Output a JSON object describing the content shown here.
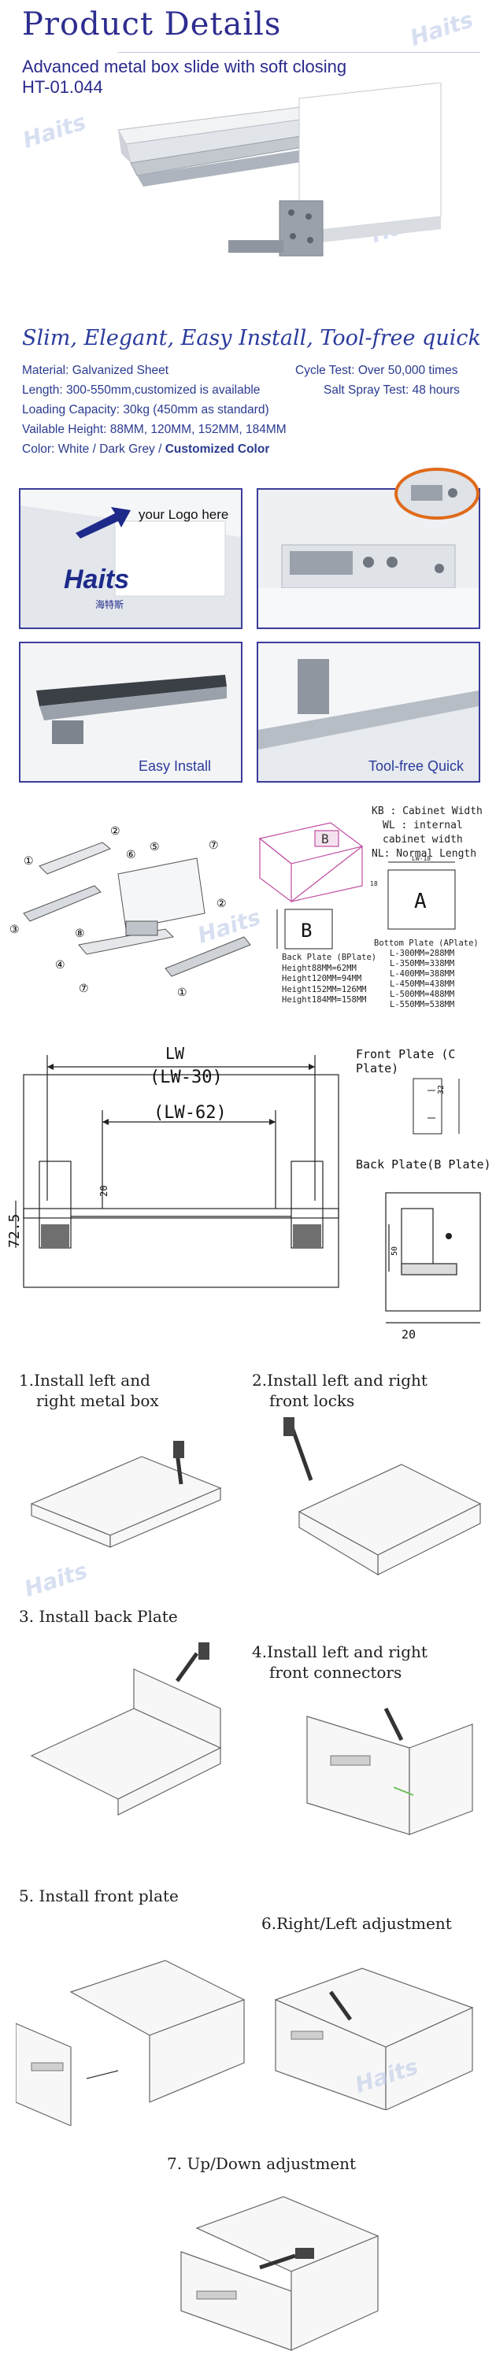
{
  "header": {
    "title": "Product Details",
    "subtitle_line1": "Advanced metal box slide with soft closing",
    "subtitle_line2": "HT-01.044"
  },
  "brand": {
    "logo_text": "Haits",
    "logo_cn": "海特斯",
    "accent": "#2d2d8f"
  },
  "tagline": "Slim, Elegant, Easy Install, Tool-free quick",
  "specs": {
    "material": "Material: Galvanized Sheet",
    "length": "Length: 300-550mm,customized is available",
    "capacity": "Loading Capacity: 30kg (450mm as standard)",
    "height": "Vailable Height: 88MM, 120MM, 152MM, 184MM",
    "color_prefix": "Color: White / Dark Grey / ",
    "color_bold": "Customized Color",
    "cycle": "Cycle Test: Over 50,000 times",
    "salt": "Salt Spray Test: 48 hours"
  },
  "photos": {
    "logo_hint": "your Logo here",
    "easy_install": "Easy Install",
    "tool_free": "Tool-free Quick"
  },
  "legend": {
    "kb": "KB : Cabinet Width",
    "wl1": "WL : internal",
    "wl2": "cabinet width",
    "nl": "NL: Normal Length"
  },
  "diagram": {
    "b_label": "B",
    "a_label": "A",
    "back_plate_title": "Back Plate (BPlate)",
    "back_heights": [
      "Height88MM=62MM",
      "Height120MM=94MM",
      "Height152MM=126MM",
      "Height184MM=158MM"
    ],
    "bottom_plate_title": "Bottom Plate (APlate)",
    "bottom_lengths": [
      "L-300MM=288MM",
      "L-350MM=338MM",
      "L-400MM=388MM",
      "L-450MM=438MM",
      "L-500MM=488MM",
      "L-550MM=538MM"
    ],
    "lw18": "LW-18",
    "num18": "18",
    "lw": "LW",
    "lw30": "(LW-30)",
    "lw62": "(LW-62)",
    "dim20": "20",
    "dim725": "72.5",
    "dim32": "32",
    "front_plate": "Front Plate (C Plate)",
    "back_plate": "Back Plate(B Plate)",
    "dim20b": "20",
    "dim50": "50",
    "callouts": [
      "①",
      "②",
      "③",
      "④",
      "⑤",
      "⑥",
      "⑦",
      "⑧"
    ]
  },
  "steps": {
    "s1a": "1.Install left and",
    "s1b": "right metal box",
    "s2a": "2.Install left and right",
    "s2b": "front locks",
    "s3": "3. Install back Plate",
    "s4a": "4.Install left and right",
    "s4b": "front connectors",
    "s5": "5. Install front plate",
    "s6": "6.Right/Left adjustment",
    "s7": "7. Up/Down adjustment"
  }
}
